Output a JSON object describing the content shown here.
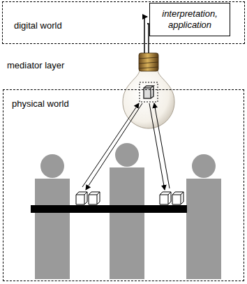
{
  "diagram": {
    "nodes": [
      {
        "text": [
          "digital world"
        ]
      },
      {
        "text": [
          "interpretation, application"
        ],
        "in": 0
      },
      {
        "text": [
          "physical world"
        ]
      }
    ],
    "labels": [
      "mediator layer"
    ]
  }
}
